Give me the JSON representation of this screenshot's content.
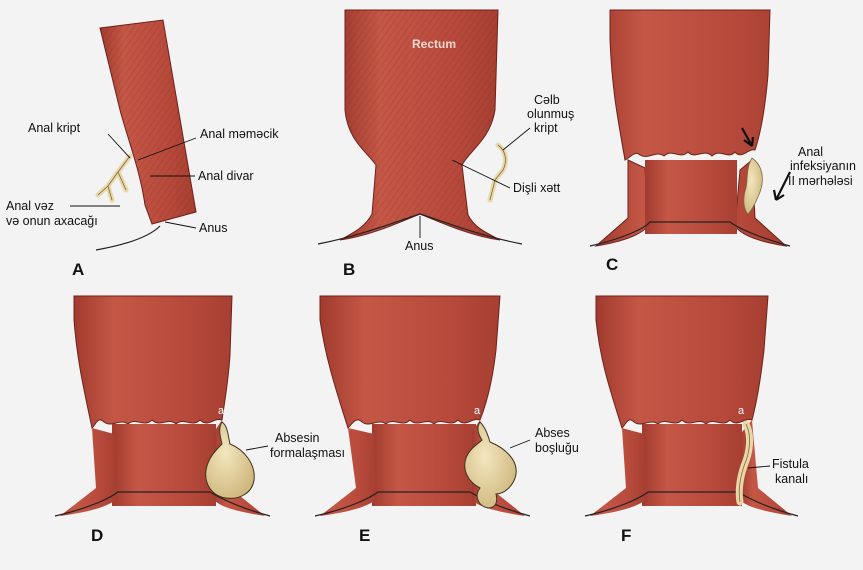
{
  "colors": {
    "tissue": "#b84a3c",
    "tissue_dark": "#8e2f24",
    "tissue_light": "#d06a58",
    "gland": "#e9d7a8",
    "gland_dark": "#7a6a40",
    "background": "#f3f3f3"
  },
  "panels": [
    {
      "letter": "A",
      "labels": {
        "anal_kript": "Anal kript",
        "anal_memecik": "Anal məməcik",
        "anal_divar": "Anal divar",
        "anal_vez_line1": "Anal vəz",
        "anal_vez_line2": "və onun axacağı",
        "anus": "Anus"
      }
    },
    {
      "letter": "B",
      "labels": {
        "rectum": "Rectum",
        "celb_line1": "Cəlb",
        "celb_line2": "olunmuş",
        "celb_line3": "kript",
        "disli_xett": "Dişli xətt",
        "anus": "Anus"
      }
    },
    {
      "letter": "C",
      "labels": {
        "line1": "Anal",
        "line2": "infeksiyanın",
        "line3": "II mərhələsi"
      }
    },
    {
      "letter": "D",
      "marker": "a",
      "labels": {
        "line1": "Absesin",
        "line2": "formalaşması"
      }
    },
    {
      "letter": "E",
      "marker": "a",
      "labels": {
        "line1": "Abses",
        "line2": "boşluğu"
      }
    },
    {
      "letter": "F",
      "marker": "a",
      "labels": {
        "line1": "Fistula",
        "line2": "kanalı"
      }
    }
  ]
}
